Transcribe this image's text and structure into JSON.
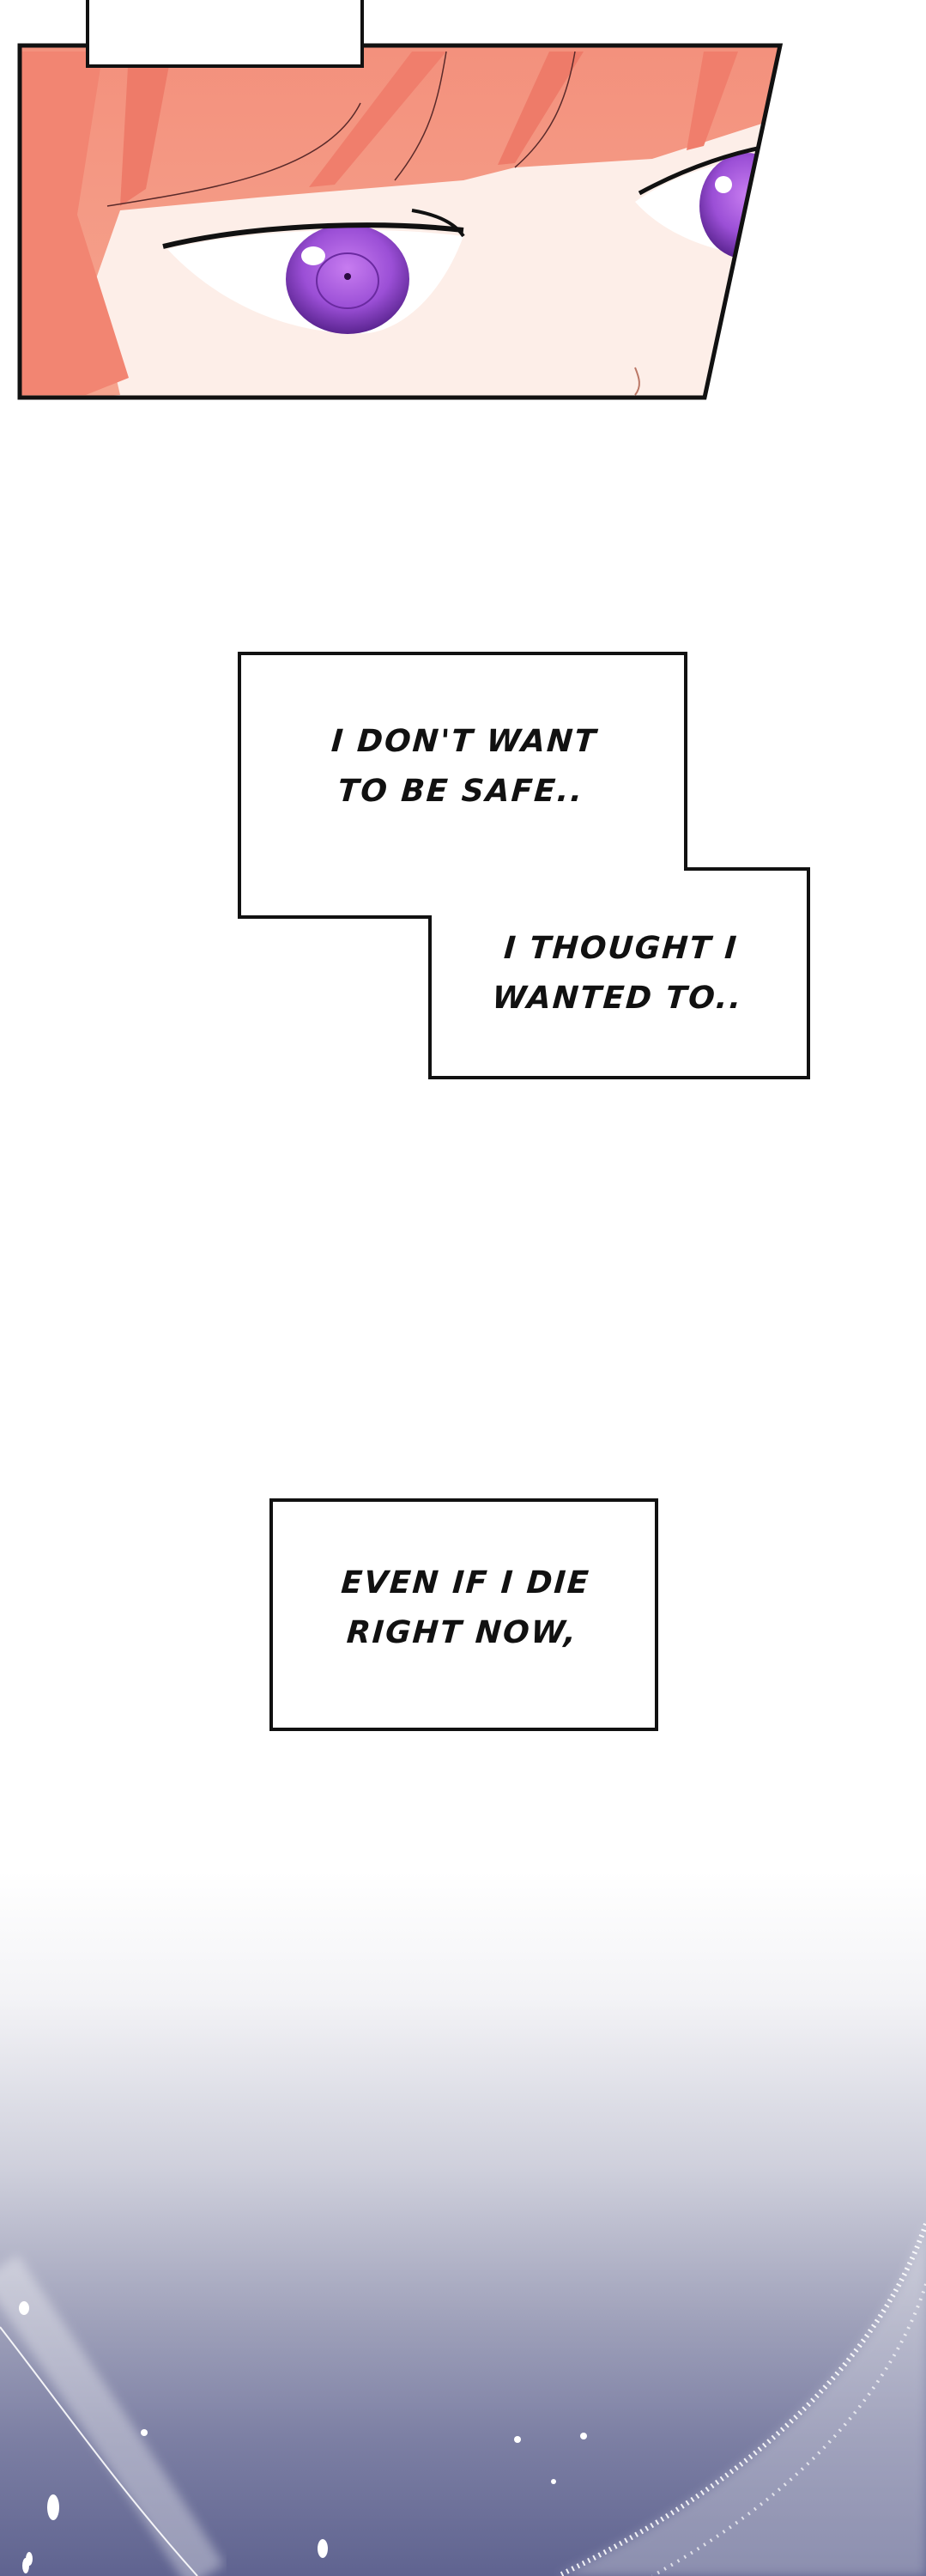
{
  "panels": {
    "caption_box_1": {
      "lines": [
        "I DON'T WANT",
        "TO BE SAFE.."
      ]
    },
    "caption_box_2": {
      "lines": [
        "I THOUGHT I",
        "WANTED TO.."
      ]
    },
    "caption_box_3": {
      "lines": [
        "EVEN IF I DIE",
        "RIGHT NOW,"
      ]
    }
  },
  "colors": {
    "hair": "#f08a78",
    "skin": "#fdeee8",
    "iris": "#9b4fd6",
    "night_sky": "#5f6390"
  }
}
